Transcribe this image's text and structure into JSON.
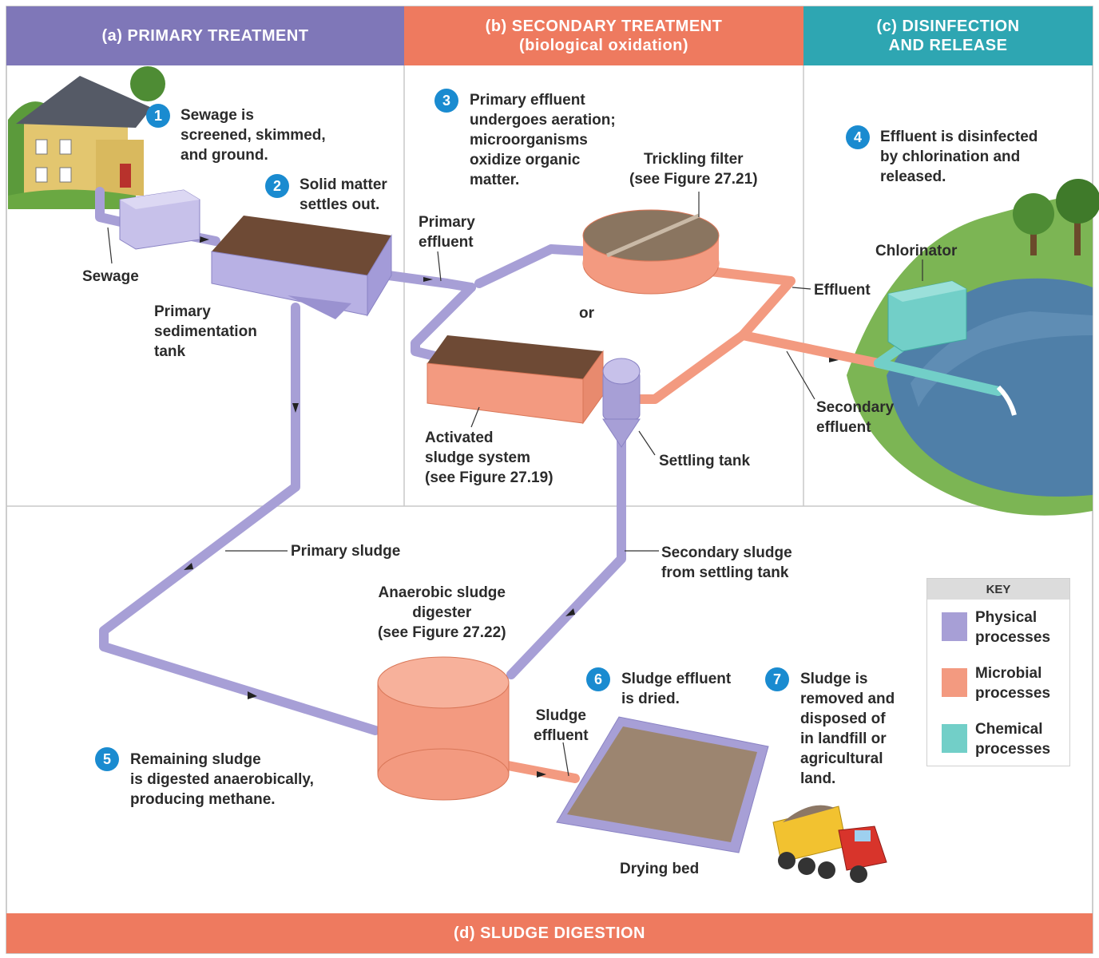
{
  "headers": {
    "primary": "(a) PRIMARY TREATMENT",
    "secondary_line1": "(b) SECONDARY TREATMENT",
    "secondary_line2": "(biological oxidation)",
    "disinfection_line1": "(c) DISINFECTION",
    "disinfection_line2": "AND RELEASE",
    "sludge": "(d) SLUDGE DIGESTION"
  },
  "steps": [
    {
      "number": "1",
      "text": "Sewage is\nscreened, skimmed,\nand ground."
    },
    {
      "number": "2",
      "text": "Solid matter\nsettles out."
    },
    {
      "number": "3",
      "text": "Primary effluent\nundergoes aeration;\nmicroorganisms\noxidize organic\nmatter."
    },
    {
      "number": "4",
      "text": "Effluent is disinfected\nby chlorination and\nreleased."
    },
    {
      "number": "5",
      "text": "Remaining sludge\nis digested anaerobically,\nproducing methane."
    },
    {
      "number": "6",
      "text": "Sludge effluent\nis dried."
    },
    {
      "number": "7",
      "text": "Sludge is\nremoved and\ndisposed of\nin landfill or\nagricultural\nland."
    }
  ],
  "labels": {
    "sewage": "Sewage",
    "primary_tank": "Primary\nsedimentation\ntank",
    "primary_effluent": "Primary\neffluent",
    "trickling_filter": "Trickling filter\n(see Figure 27.21)",
    "or": "or",
    "effluent": "Effluent",
    "chlorinator": "Chlorinator",
    "activated_sludge": "Activated\nsludge system\n(see Figure 27.19)",
    "settling_tank": "Settling tank",
    "secondary_effluent": "Secondary\neffluent",
    "primary_sludge": "Primary sludge",
    "secondary_sludge": "Secondary sludge\nfrom settling tank",
    "digester": "Anaerobic sludge\ndigester\n(see Figure 27.22)",
    "sludge_effluent": "Sludge\neffluent",
    "drying_bed": "Drying bed"
  },
  "key": {
    "title": "KEY",
    "items": [
      {
        "label": "Physical\nprocesses",
        "color": "#a79fd6"
      },
      {
        "label": "Microbial\nprocesses",
        "color": "#f39a80"
      },
      {
        "label": "Chemical\nprocesses",
        "color": "#72cfc8"
      }
    ]
  }
}
